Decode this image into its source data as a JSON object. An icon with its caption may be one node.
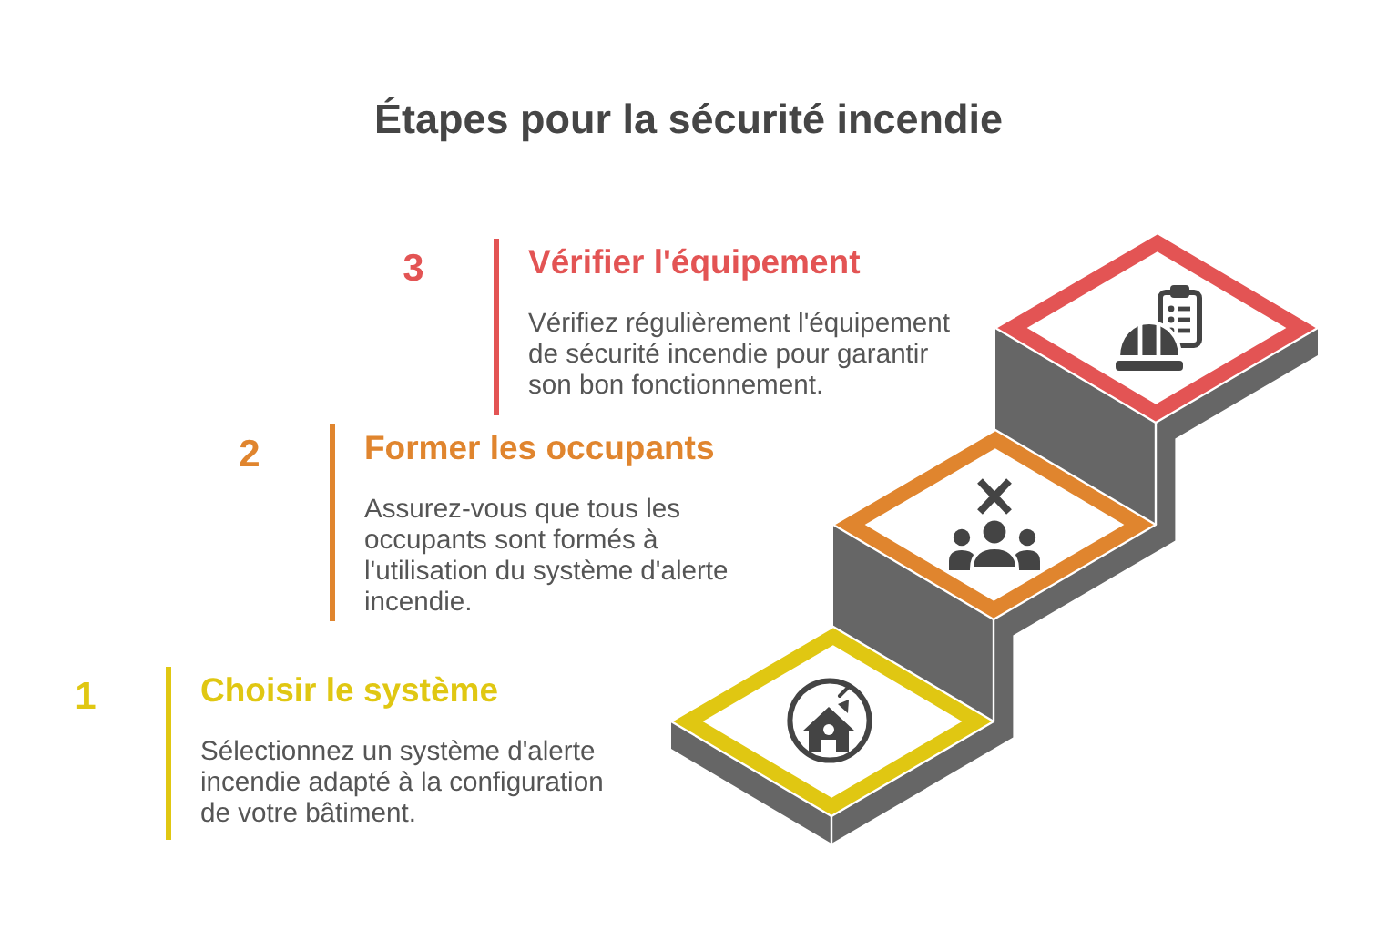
{
  "diagram": {
    "title": "Étapes pour la sécurité incendie",
    "nodes": [
      {
        "text": [
          "Vérifier l'équipement",
          "Vérifiez régulièrement l'équipement de sécurité incendie pour garantir son bon fonctionnement."
        ],
        "beside": [
          "3"
        ]
      },
      {
        "text": [
          "Former les occupants",
          "Assurez-vous que tous les occupants sont formés à l'utilisation du système d'alerte incendie."
        ],
        "beside": [
          "2"
        ]
      },
      {
        "text": [
          "Choisir le système",
          "Sélectionnez un système d'alerte incendie adapté à la configuration de votre bâtiment."
        ],
        "beside": [
          "1"
        ]
      }
    ]
  }
}
